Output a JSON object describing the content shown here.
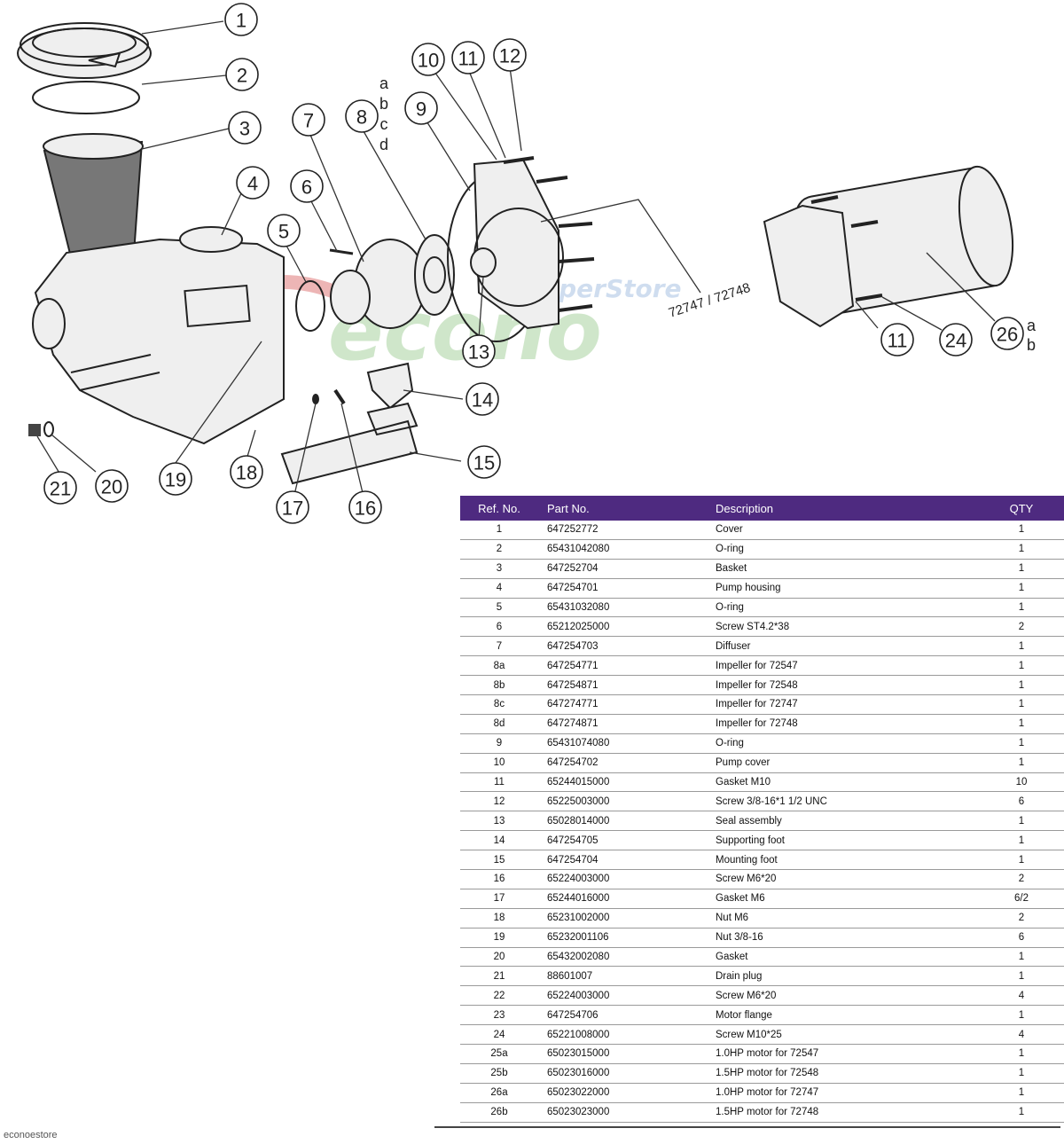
{
  "diagram": {
    "callouts": [
      "1",
      "2",
      "3",
      "4",
      "5",
      "6",
      "7",
      "8",
      "9",
      "10",
      "11",
      "12",
      "13",
      "14",
      "15",
      "16",
      "17",
      "18",
      "19",
      "20",
      "21",
      "11",
      "24",
      "26"
    ],
    "variant_8": [
      "a",
      "b",
      "c",
      "d"
    ],
    "variant_26": [
      "a",
      "b"
    ],
    "model_label": "72747 / 72748",
    "watermark_brand": "econo",
    "watermark_store": "SuperStore"
  },
  "table": {
    "headers": {
      "ref": "Ref. No.",
      "part": "Part No.",
      "desc": "Description",
      "qty": "QTY"
    },
    "rows": [
      {
        "ref": "1",
        "part": "647252772",
        "desc": "Cover",
        "qty": "1"
      },
      {
        "ref": "2",
        "part": "65431042080",
        "desc": "O-ring",
        "qty": "1"
      },
      {
        "ref": "3",
        "part": "647252704",
        "desc": "Basket",
        "qty": "1"
      },
      {
        "ref": "4",
        "part": "647254701",
        "desc": "Pump housing",
        "qty": "1"
      },
      {
        "ref": "5",
        "part": "65431032080",
        "desc": "O-ring",
        "qty": "1"
      },
      {
        "ref": "6",
        "part": "65212025000",
        "desc": "Screw ST4.2*38",
        "qty": "2"
      },
      {
        "ref": "7",
        "part": "647254703",
        "desc": "Diffuser",
        "qty": "1"
      },
      {
        "ref": "8a",
        "part": "647254771",
        "desc": "Impeller for 72547",
        "qty": "1"
      },
      {
        "ref": "8b",
        "part": "647254871",
        "desc": "Impeller for 72548",
        "qty": "1"
      },
      {
        "ref": "8c",
        "part": "647274771",
        "desc": "Impeller for 72747",
        "qty": "1"
      },
      {
        "ref": "8d",
        "part": "647274871",
        "desc": "Impeller for 72748",
        "qty": "1"
      },
      {
        "ref": "9",
        "part": "65431074080",
        "desc": "O-ring",
        "qty": "1"
      },
      {
        "ref": "10",
        "part": "647254702",
        "desc": "Pump cover",
        "qty": "1"
      },
      {
        "ref": "11",
        "part": "65244015000",
        "desc": "Gasket M10",
        "qty": "10"
      },
      {
        "ref": "12",
        "part": "65225003000",
        "desc": "Screw 3/8-16*1 1/2 UNC",
        "qty": "6"
      },
      {
        "ref": "13",
        "part": "65028014000",
        "desc": "Seal assembly",
        "qty": "1"
      },
      {
        "ref": "14",
        "part": "647254705",
        "desc": "Supporting foot",
        "qty": "1"
      },
      {
        "ref": "15",
        "part": "647254704",
        "desc": "Mounting foot",
        "qty": "1"
      },
      {
        "ref": "16",
        "part": "65224003000",
        "desc": "Screw M6*20",
        "qty": "2"
      },
      {
        "ref": "17",
        "part": "65244016000",
        "desc": "Gasket M6",
        "qty": "6/2"
      },
      {
        "ref": "18",
        "part": "65231002000",
        "desc": "Nut M6",
        "qty": "2"
      },
      {
        "ref": "19",
        "part": "65232001106",
        "desc": "Nut 3/8-16",
        "qty": "6"
      },
      {
        "ref": "20",
        "part": "65432002080",
        "desc": "Gasket",
        "qty": "1"
      },
      {
        "ref": "21",
        "part": "88601007",
        "desc": "Drain plug",
        "qty": "1"
      },
      {
        "ref": "22",
        "part": "65224003000",
        "desc": "Screw M6*20",
        "qty": "4"
      },
      {
        "ref": "23",
        "part": "647254706",
        "desc": "Motor flange",
        "qty": "1"
      },
      {
        "ref": "24",
        "part": "65221008000",
        "desc": "Screw M10*25",
        "qty": "4"
      },
      {
        "ref": "25a",
        "part": "65023015000",
        "desc": "1.0HP motor for 72547",
        "qty": "1"
      },
      {
        "ref": "25b",
        "part": "65023016000",
        "desc": "1.5HP motor for 72548",
        "qty": "1"
      },
      {
        "ref": "26a",
        "part": "65023022000",
        "desc": "1.0HP motor for 72747",
        "qty": "1"
      },
      {
        "ref": "26b",
        "part": "65023023000",
        "desc": "1.5HP motor for 72748",
        "qty": "1"
      }
    ]
  },
  "footer": {
    "store": "econoestore"
  },
  "colors": {
    "header_bg": "#4e2a80",
    "watermark_red": "#e8a3a3",
    "watermark_green": "#b9d9b3",
    "watermark_blue": "#b7cbe3"
  }
}
